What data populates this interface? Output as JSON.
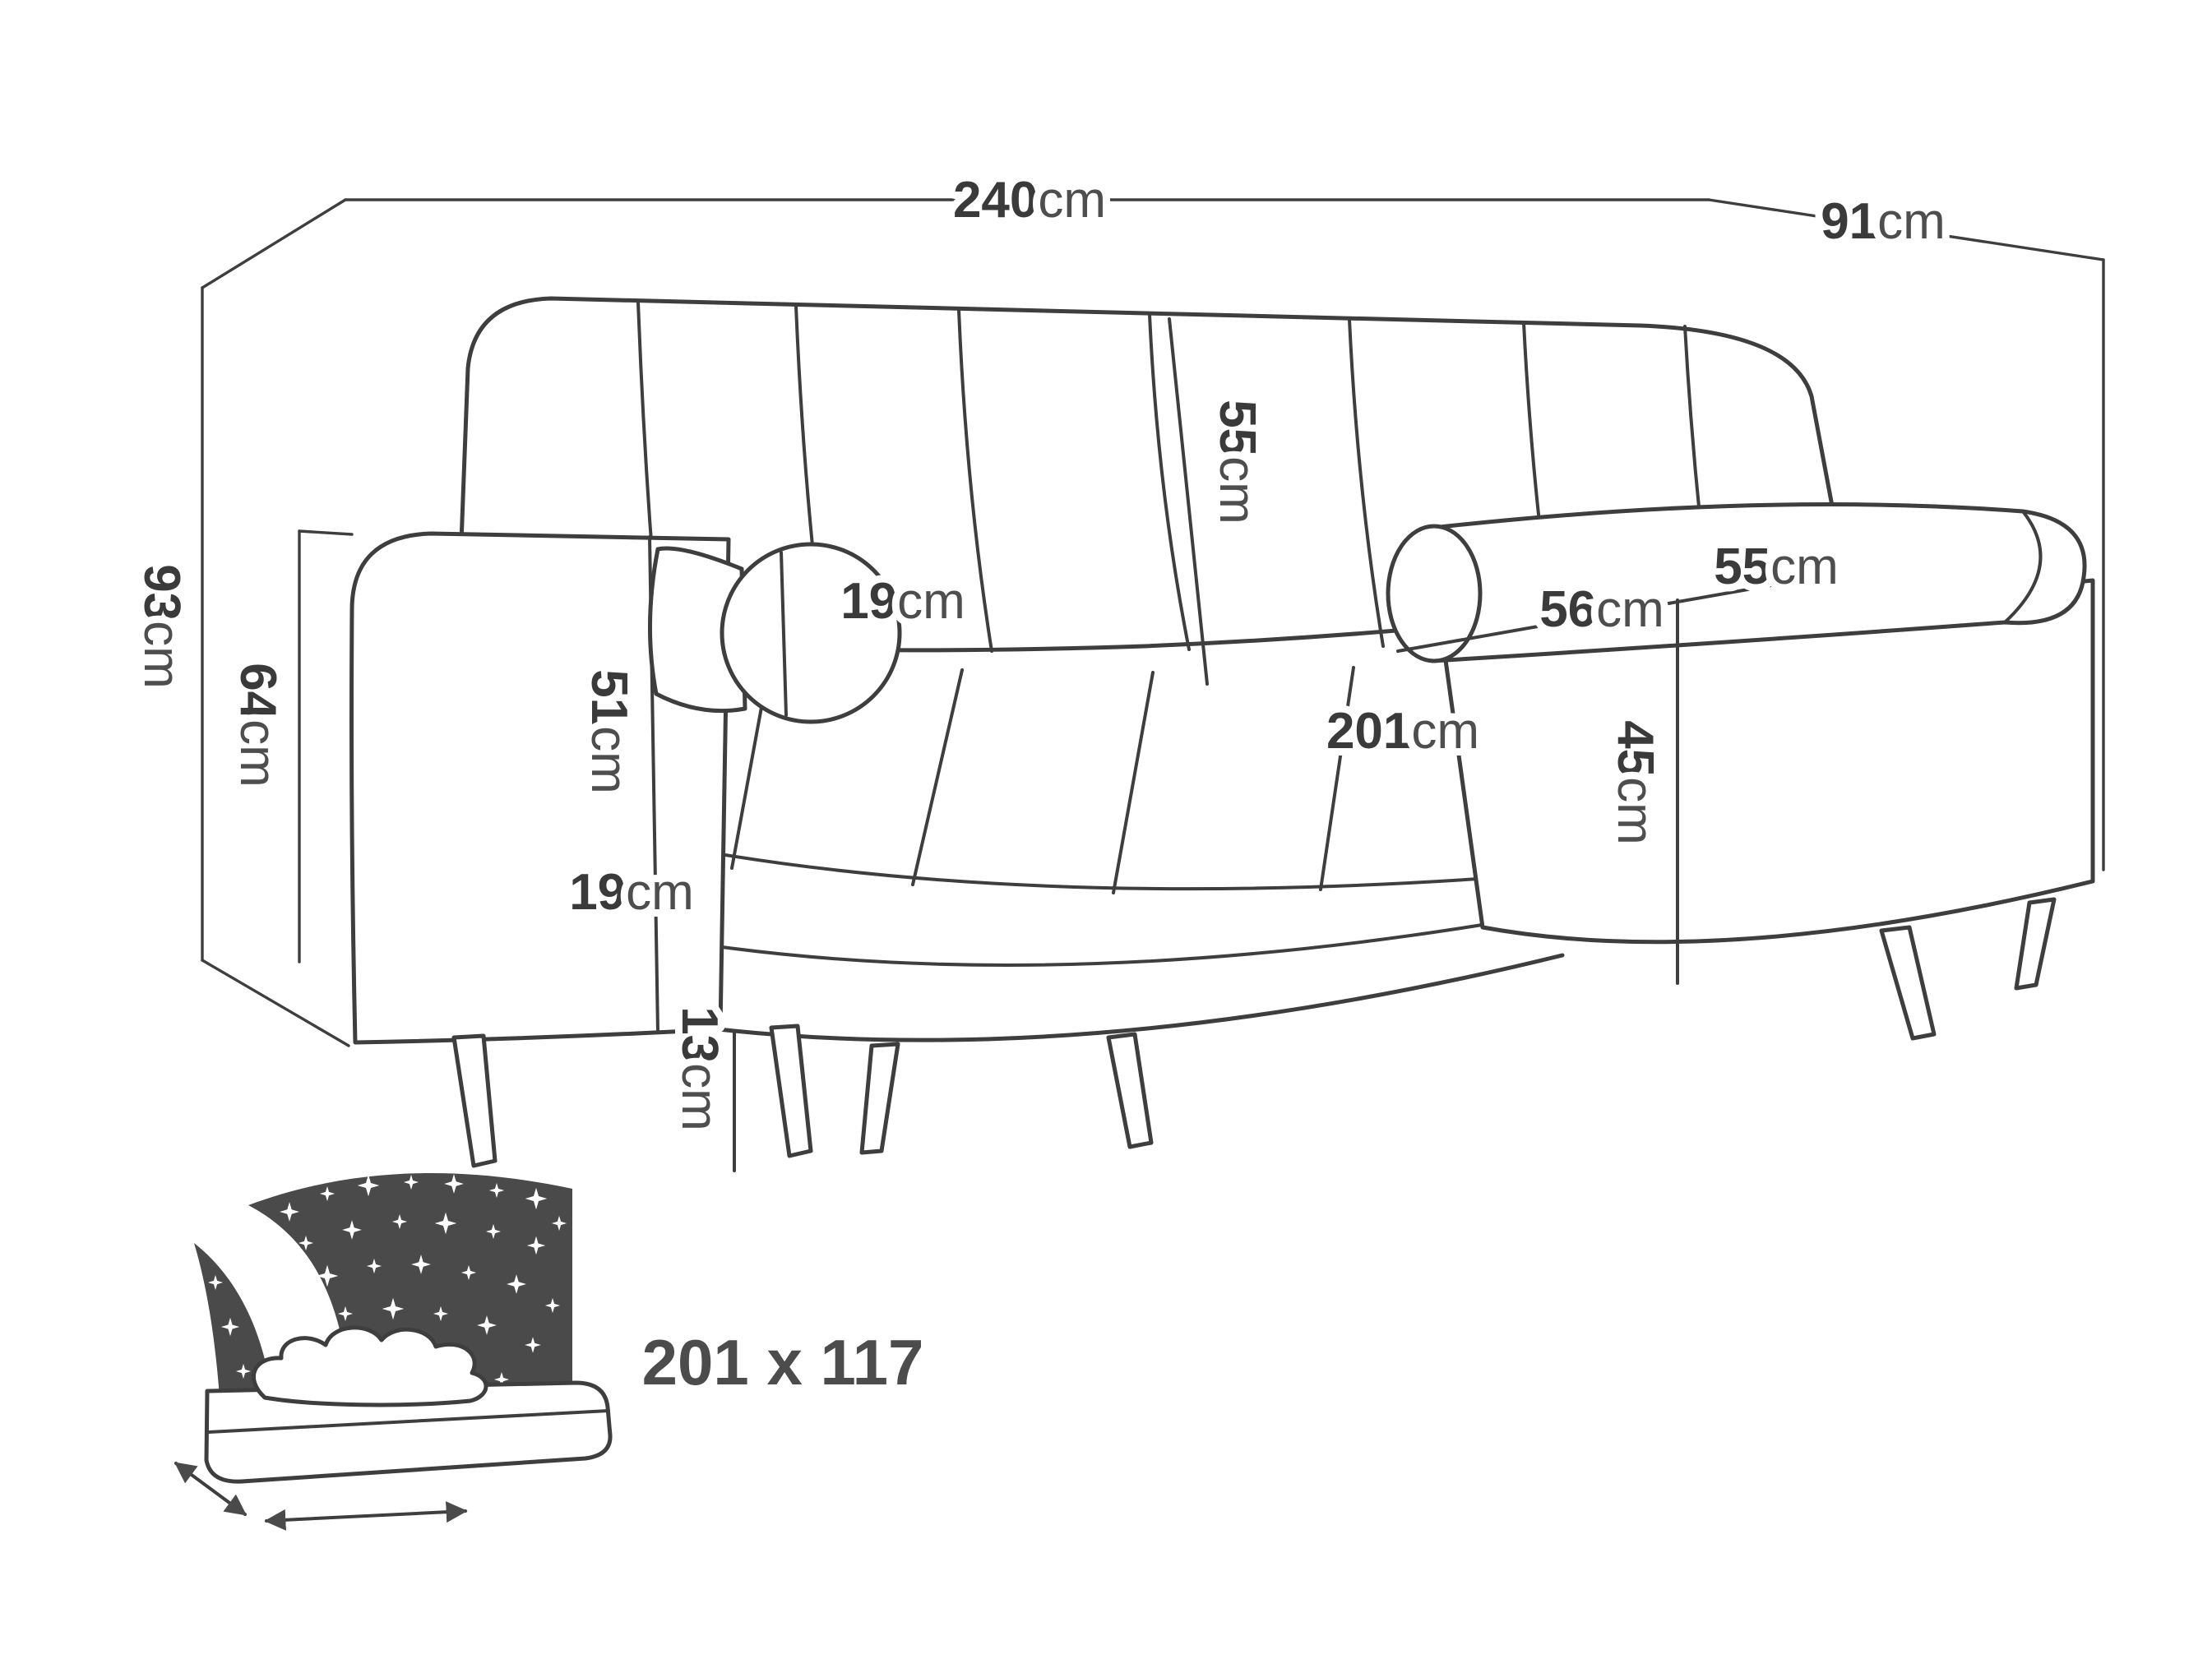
{
  "meta": {
    "title": "Sofa dimensions diagram",
    "unit_system": "cm"
  },
  "colors": {
    "line": "#3e3e3e",
    "text": "#3a3a3a",
    "dark_fill": "#4a4a4a",
    "background": "#ffffff"
  },
  "icons": {
    "bed_icon": "fold-out-sleeping-function"
  },
  "labels": {
    "total_width": {
      "num": "240",
      "unit": "cm"
    },
    "total_depth": {
      "num": "91",
      "unit": "cm"
    },
    "total_height": {
      "num": "93",
      "unit": "cm"
    },
    "arm_height": {
      "num": "64",
      "unit": "cm"
    },
    "back_height": {
      "num": "55",
      "unit": "cm"
    },
    "bolster_diameter": {
      "num": "19",
      "unit": "cm"
    },
    "bolster_length": {
      "num": "55",
      "unit": "cm"
    },
    "seat_depth": {
      "num": "56",
      "unit": "cm"
    },
    "seat_width": {
      "num": "201",
      "unit": "cm"
    },
    "arm_front_height": {
      "num": "51",
      "unit": "cm"
    },
    "arm_width": {
      "num": "19",
      "unit": "cm"
    },
    "seat_height": {
      "num": "45",
      "unit": "cm"
    },
    "leg_height": {
      "num": "13",
      "unit": "cm"
    },
    "sleeping_area": {
      "num": "201 x 117",
      "unit": ""
    }
  }
}
